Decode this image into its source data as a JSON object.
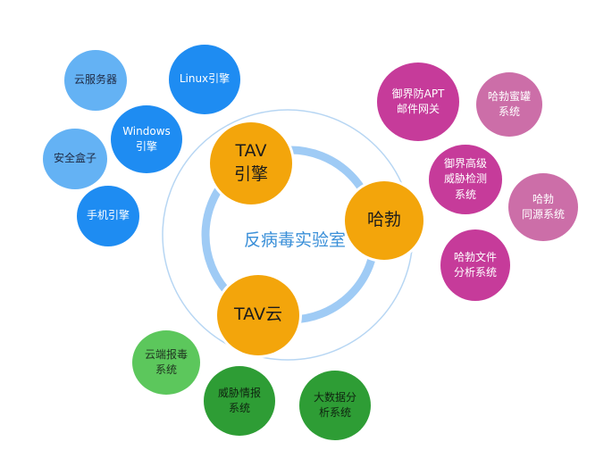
{
  "center": {
    "title": "反病毒实验室"
  },
  "core": {
    "tav_engine": {
      "line1": "TAV",
      "line2": "引擎"
    },
    "habo": {
      "line1": "哈勃"
    },
    "tav_cloud": {
      "line1": "TAV云"
    }
  },
  "engine_nodes": {
    "cloud_server": {
      "line1": "云服务器"
    },
    "linux_engine": {
      "line1": "Linux引擎"
    },
    "windows_engine": {
      "line1": "Windows",
      "line2": "引擎"
    },
    "security_box": {
      "line1": "安全盒子"
    },
    "mobile_engine": {
      "line1": "手机引擎"
    }
  },
  "habo_nodes": {
    "mail_gateway": {
      "line1": "御界防APT",
      "line2": "邮件网关"
    },
    "honeypot": {
      "line1": "哈勃蜜罐",
      "line2": "系统"
    },
    "advanced_threat": {
      "line1": "御界高级",
      "line2": "威胁检测",
      "line3": "系统"
    },
    "homology": {
      "line1": "哈勃",
      "line2": "同源系统"
    },
    "file_analysis": {
      "line1": "哈勃文件",
      "line2": "分析系统"
    }
  },
  "cloud_nodes": {
    "cloud_report": {
      "line1": "云端报毒",
      "line2": "系统"
    },
    "threat_intel": {
      "line1": "威胁情报",
      "line2": "系统"
    },
    "big_data": {
      "line1": "大数据分",
      "line2": "析系统"
    }
  },
  "colors": {
    "core": "#f3a50b",
    "ring": "#9fcbf5",
    "outer_ring": "#b7d6f3",
    "title": "#3a8fd8",
    "light_blue": "#64b2f4",
    "dark_blue": "#1e8cf2",
    "magenta": "#c63b9a",
    "pink": "#cc6ea8",
    "light_green": "#5cc75c",
    "dark_green": "#2e9d35"
  }
}
